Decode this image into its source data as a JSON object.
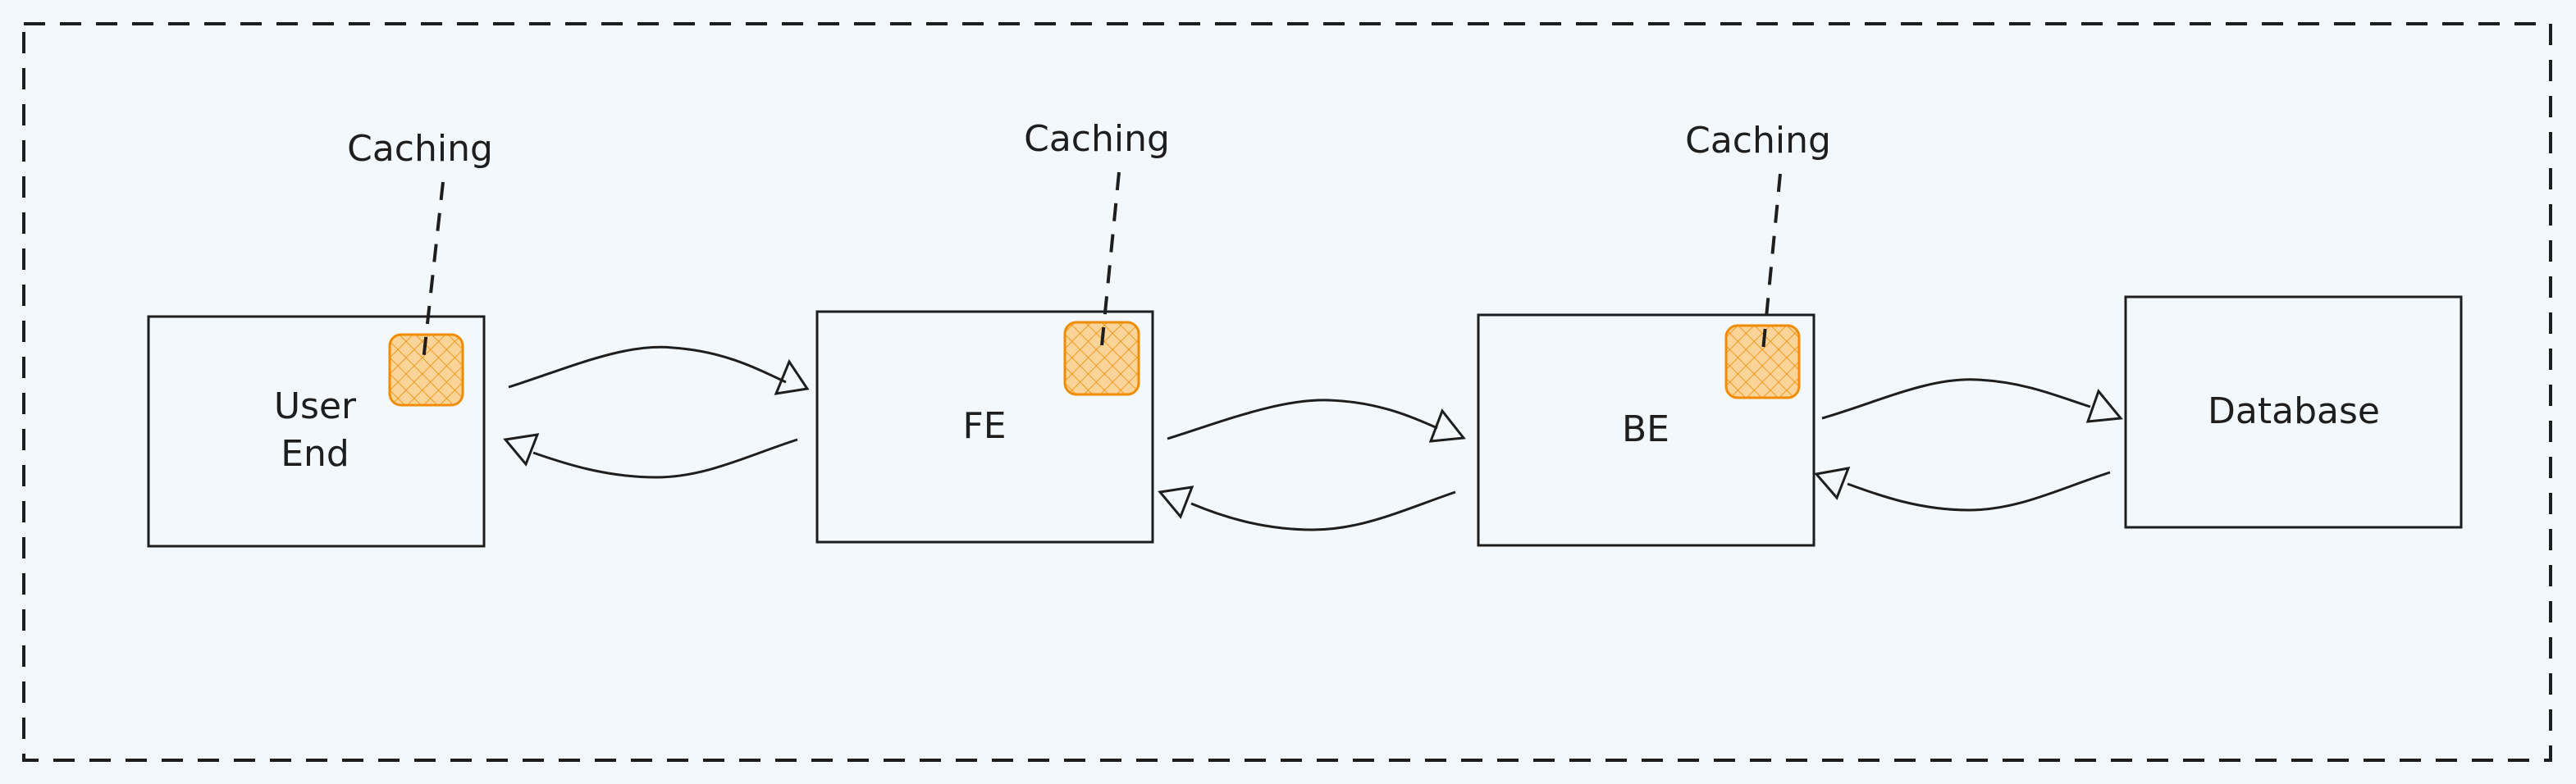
{
  "colors": {
    "background": "#f3f8fc",
    "stroke": "#1e1e1e",
    "cache_fill": "#fbd49a",
    "cache_stroke": "#f08c00"
  },
  "nodes": {
    "user_end": {
      "line1": "User",
      "line2": "End"
    },
    "fe": {
      "label": "FE"
    },
    "be": {
      "label": "BE"
    },
    "database": {
      "label": "Database"
    }
  },
  "annotations": {
    "user_end_cache": "Caching",
    "fe_cache": "Caching",
    "be_cache": "Caching"
  },
  "edges": [
    {
      "from": "User End",
      "to": "FE"
    },
    {
      "from": "FE",
      "to": "User End"
    },
    {
      "from": "FE",
      "to": "BE"
    },
    {
      "from": "BE",
      "to": "FE"
    },
    {
      "from": "BE",
      "to": "Database"
    },
    {
      "from": "Database",
      "to": "BE"
    }
  ]
}
